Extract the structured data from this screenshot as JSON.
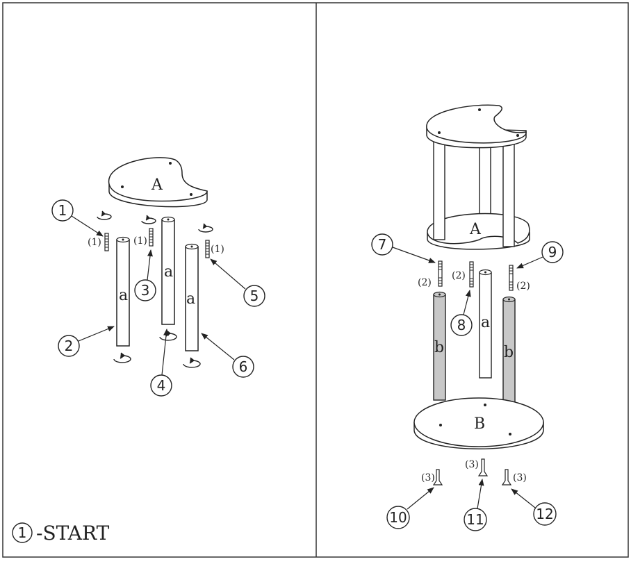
{
  "colors": {
    "ink": "#222222",
    "leg_b_fill": "#c8c8c8",
    "background": "#ffffff"
  },
  "left_panel": {
    "top_label": "A",
    "leg_label": "a",
    "callouts": [
      "1",
      "2",
      "3",
      "4",
      "5",
      "6"
    ],
    "quantities": [
      "(1)",
      "(1)",
      "(1)"
    ],
    "start_number": "1",
    "start_text": "-START"
  },
  "right_panel": {
    "top_label": "A",
    "bottom_label": "B",
    "leg_a_label": "a",
    "leg_b_label": "b",
    "callouts": [
      "7",
      "8",
      "9",
      "10",
      "11",
      "12"
    ],
    "screw_quantities": [
      "(2)",
      "(2)",
      "(2)"
    ],
    "bolt_quantities": [
      "(3)",
      "(3)",
      "(3)"
    ]
  }
}
